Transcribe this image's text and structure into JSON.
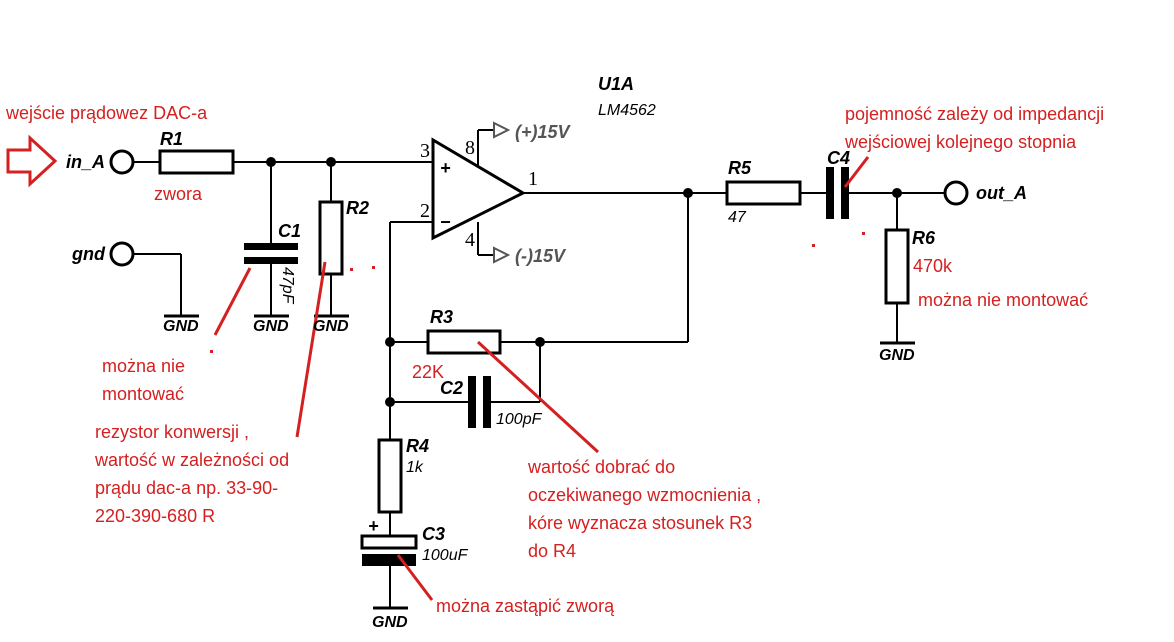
{
  "chip": {
    "ref": "U1A",
    "part": "LM4562"
  },
  "power": {
    "pos": "(+)15V",
    "neg": "(-)15V",
    "pin_pos": "8",
    "pin_neg": "4"
  },
  "pins": {
    "noninv": "3",
    "inv": "2",
    "out": "1",
    "plus": "+",
    "minus": "−"
  },
  "ports": {
    "in": "in_A",
    "gnd": "gnd",
    "out": "out_A"
  },
  "components": {
    "r1": {
      "ref": "R1"
    },
    "r2": {
      "ref": "R2"
    },
    "r3": {
      "ref": "R3",
      "value": "22K"
    },
    "r4": {
      "ref": "R4",
      "value": "1k"
    },
    "r5": {
      "ref": "R5",
      "value": "47"
    },
    "r6": {
      "ref": "R6",
      "value": "470k"
    },
    "c1": {
      "ref": "C1",
      "value": "47pF"
    },
    "c2": {
      "ref": "C2",
      "value": "100pF"
    },
    "c3": {
      "ref": "C3",
      "value": "100uF",
      "polarity": "+"
    },
    "c4": {
      "ref": "C4"
    }
  },
  "gnd_label": "GND",
  "annotations": {
    "input": "wejście prądowez DAC-a",
    "r1": "zwora",
    "c1_line1": "można nie",
    "c1_line2": "montować",
    "r2_line1": "rezystor konwersji ,",
    "r2_line2": "wartość w zależności od",
    "r2_line3": "prądu dac-a np. 33-90-",
    "r2_line4": "220-390-680 R",
    "r3_line1": "wartość dobrać do",
    "r3_line2": "oczekiwanego wzmocnienia ,",
    "r3_line3": "kóre wyznacza stosunek R3",
    "r3_line4": "do R4",
    "c3": "można zastąpić zworą",
    "c4_line1": "pojemność zależy od impedancji",
    "c4_line2": "wejściowej kolejnego stopnia",
    "r6": "można nie montować"
  },
  "colors": {
    "wire": "#000000",
    "annotation": "#d42020",
    "power_label": "#555555"
  }
}
